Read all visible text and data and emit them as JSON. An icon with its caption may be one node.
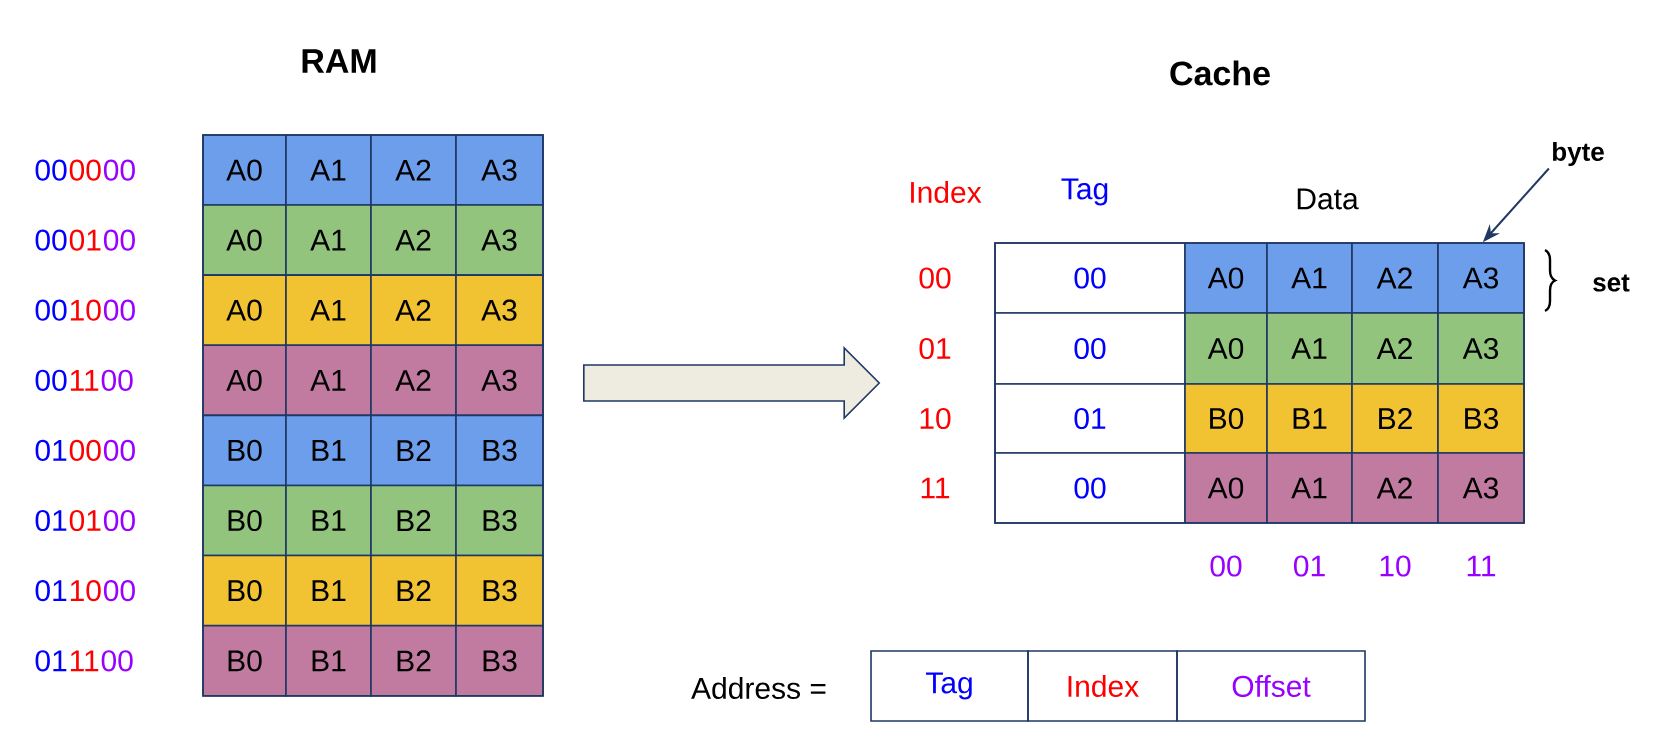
{
  "diagram": {
    "nodes": [
      {
        "text": [
          "RAM"
        ]
      },
      {
        "text": [
          "Cache"
        ]
      },
      {
        "text": [
          "byte"
        ]
      },
      {
        "text": [
          "Tag"
        ]
      },
      {
        "text": [
          "Index"
        ]
      },
      {
        "text": [
          "Offset"
        ]
      }
    ],
    "edges": [
      {
        "from": 0,
        "to": 1,
        "arrow": "to"
      },
      {
        "from": 2,
        "to": 1,
        "arrow": "to"
      }
    ],
    "labels": [
      "A0",
      "A1",
      "A2",
      "A3",
      "A0",
      "A1",
      "A2",
      "A3",
      "A0",
      "A1",
      "A2",
      "A3",
      "A0",
      "A1",
      "A2",
      "A3",
      "B0",
      "B1",
      "B2",
      "B3",
      "B0",
      "B1",
      "B2",
      "B3",
      "B0",
      "B1",
      "B2",
      "B3",
      "B0",
      "B1",
      "B2",
      "B3",
      "00",
      "00",
      "00",
      "00",
      "01",
      "00",
      "00",
      "10",
      "00",
      "00",
      "11",
      "00",
      "01",
      "00",
      "00",
      "01",
      "01",
      "00",
      "01",
      "10",
      "00",
      "01",
      "11",
      "00",
      "Index",
      "Tag",
      "Data",
      "00",
      "01",
      "10",
      "11",
      "00",
      "00",
      "01",
      "00",
      "A0",
      "A1",
      "A2",
      "A3",
      "A0",
      "A1",
      "A2",
      "A3",
      "B0",
      "B1",
      "B2",
      "B3",
      "A0",
      "A1",
      "A2",
      "A3",
      "00",
      "01",
      "10",
      "11",
      "set",
      "Address ="
    ]
  }
}
